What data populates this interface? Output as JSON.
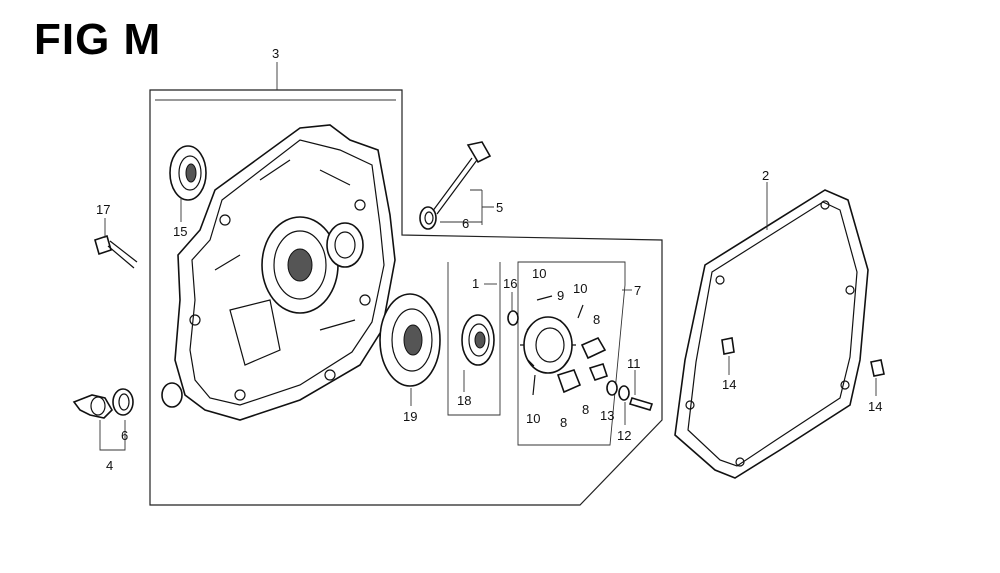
{
  "figure": {
    "title": "FIG M"
  },
  "callouts": [
    {
      "id": "c3",
      "text": "3"
    },
    {
      "id": "c15",
      "text": "15"
    },
    {
      "id": "c17",
      "text": "17"
    },
    {
      "id": "c4",
      "text": "4"
    },
    {
      "id": "c6a",
      "text": "6"
    },
    {
      "id": "c5",
      "text": "5"
    },
    {
      "id": "c6b",
      "text": "6"
    },
    {
      "id": "c1",
      "text": "1"
    },
    {
      "id": "c16",
      "text": "16"
    },
    {
      "id": "c10a",
      "text": "10"
    },
    {
      "id": "c9",
      "text": "9"
    },
    {
      "id": "c10b",
      "text": "10"
    },
    {
      "id": "c7",
      "text": "7"
    },
    {
      "id": "c8a",
      "text": "8"
    },
    {
      "id": "c18",
      "text": "18"
    },
    {
      "id": "c19",
      "text": "19"
    },
    {
      "id": "c10c",
      "text": "10"
    },
    {
      "id": "c8b",
      "text": "8"
    },
    {
      "id": "c8c",
      "text": "8"
    },
    {
      "id": "c13",
      "text": "13"
    },
    {
      "id": "c12",
      "text": "12"
    },
    {
      "id": "c11",
      "text": "11"
    },
    {
      "id": "c2",
      "text": "2"
    },
    {
      "id": "c14a",
      "text": "14"
    },
    {
      "id": "c14b",
      "text": "14"
    }
  ]
}
